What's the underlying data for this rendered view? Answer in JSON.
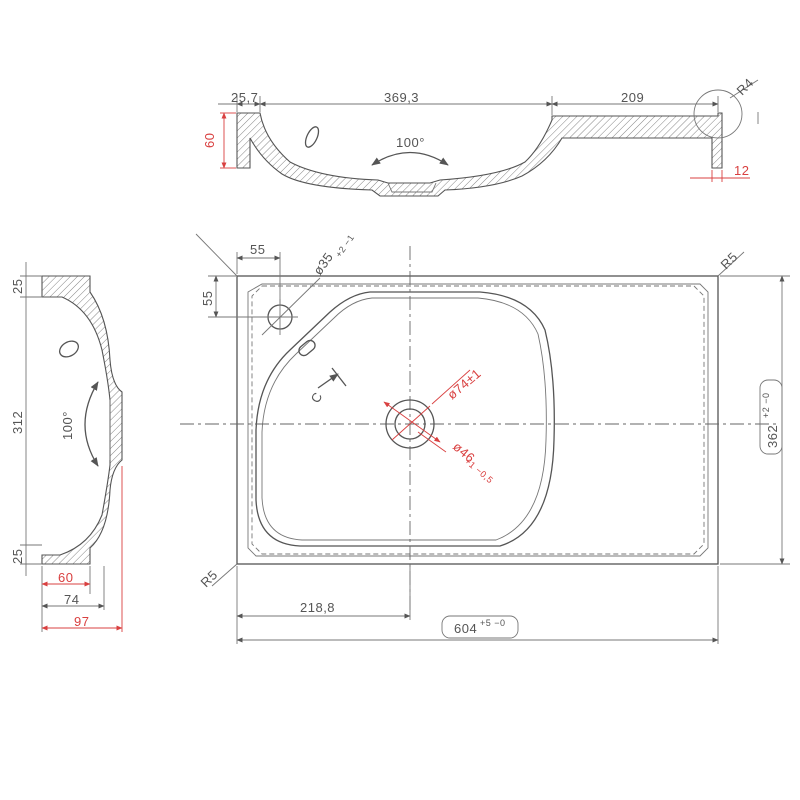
{
  "colors": {
    "line": "#555555",
    "dimension_red": "#d94040",
    "background": "#ffffff"
  },
  "top_section": {
    "dim_wall": "25,7",
    "dim_basin": "369,3",
    "dim_shelf": "209",
    "dim_height": "60",
    "dim_edge": "12",
    "radius": "R4",
    "angle": "100°"
  },
  "side_section": {
    "dim_top": "25",
    "dim_middle": "312",
    "dim_bottom": "25",
    "dim_depth_inner": "60",
    "dim_depth": "74",
    "dim_depth_total": "97",
    "angle": "100°"
  },
  "plan_view": {
    "dim_hole_x": "55",
    "dim_hole_y": "55",
    "tap_hole": "ø35",
    "tap_hole_tol": "+2 −1",
    "drain_outer": "ø74±1",
    "drain_inner": "ø46",
    "drain_inner_tol": "+1 −0,5",
    "radius_top_right": "R5",
    "radius_bottom_left": "R5",
    "section_mark": "C",
    "dim_drain_x": "218,8",
    "width": "604",
    "width_tol": "+5 −0",
    "depth": "362",
    "depth_tol": "+2 −0"
  }
}
